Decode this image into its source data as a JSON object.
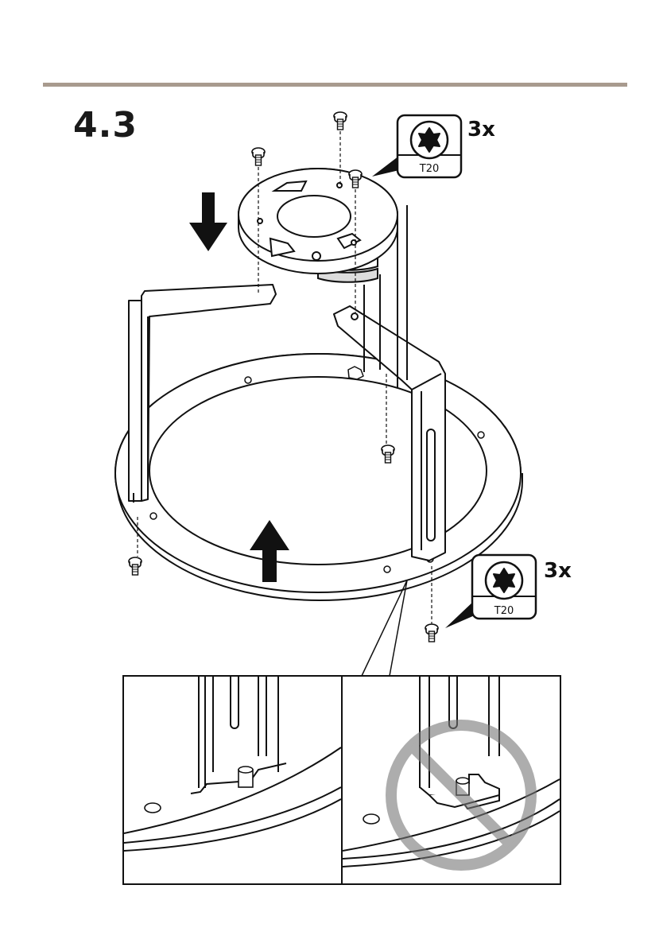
{
  "page": {
    "step_number": "4.3"
  },
  "callouts": [
    {
      "quantity": "3x",
      "tool": "T20",
      "icon": "torx-icon"
    },
    {
      "quantity": "3x",
      "tool": "T20",
      "icon": "torx-icon"
    }
  ],
  "detail_panels": [
    {
      "state": "correct"
    },
    {
      "state": "incorrect",
      "icon": "prohibited-icon"
    }
  ],
  "colors": {
    "rule": "#a89a8e",
    "line": "#111111",
    "prohibit": "#909090"
  }
}
